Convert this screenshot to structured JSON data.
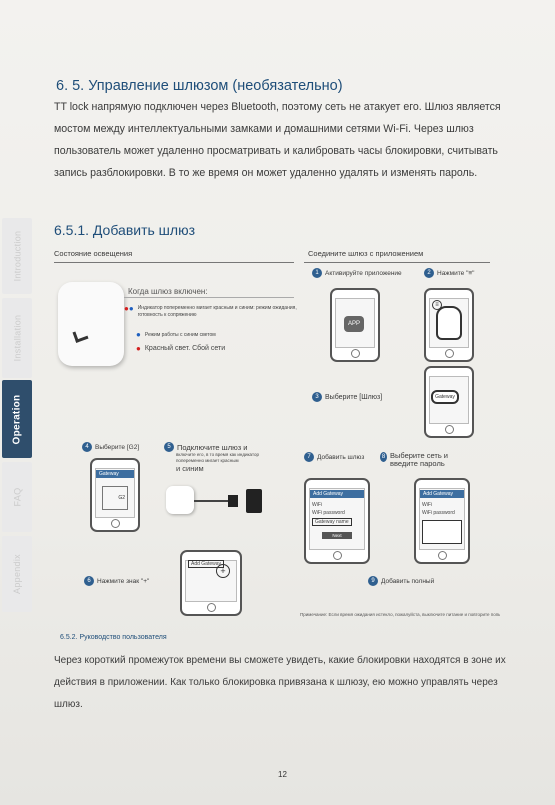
{
  "side_tabs": [
    "Introduction",
    "Installation",
    "Operation",
    "FAQ",
    "Appendix"
  ],
  "section_title": "6. 5. Управление шлюзом (необязательно)",
  "intro_paragraph": "TT lock напрямую подключен через Bluetooth, поэтому сеть не атакует его. Шлюз является мостом между интеллектуальными замками и домашними сетями Wi-Fi. Через шлюз пользователь может удаленно просматривать и калибровать часы блокировки, считывать запись разблокировки. В то же время он может удаленно удалять и изменять пароль.",
  "subsection_title": "6.5.1. Добавить шлюз",
  "light_status": {
    "heading": "Состояние освещения",
    "when_on": "Когда шлюз включен:",
    "items": [
      "Индикатор попеременно мигает красным и синим: режим ожидания, готовность к сопряжению",
      "Режим работы с синим светом",
      "Красный свет. Сбой сети"
    ]
  },
  "connect_heading": "Соедините шлюз с приложением",
  "steps": {
    "s1": "Активируйте приложение",
    "s2": "Нажмите \"≡\"",
    "s3": "Выберите [Шлюз]",
    "s4": "Выберите [G2]",
    "s5_title": "Подключите шлюз и",
    "s5_detail": "включите его, в то время как индикатор попеременно мигает красным",
    "s5_tail": "и синим",
    "s6": "Нажмите знак \"+\"",
    "s7": "Добавить шлюз",
    "s8": "Выберите сеть и введите пароль",
    "s9": "Добавить полный"
  },
  "app_label": "APP",
  "gateway_label": "Gateway",
  "g2_label": "G2",
  "add_gateway": "Add Gateway",
  "wifi_label": "WiFi",
  "wifi_password": "WiFi password",
  "gateway_name": "Gateway name",
  "next_label": "Next",
  "note": "Примечание: Если время ожидания истекло, пожалуйста, выключите питание и повторите попытку",
  "user_guide_heading": "6.5.2. Руководство пользователя",
  "user_guide_paragraph": "Через короткий промежуток времени вы сможете увидеть, какие блокировки находятся в зоне их действия в приложении. Как только блокировка привязана к шлюзу, ею можно управлять через шлюз.",
  "page_number": "12",
  "colors": {
    "heading": "#1f4e79",
    "badge": "#2f5f8f",
    "active_tab": "#2f4e6c",
    "red": "#d42020",
    "blue": "#1f5fbf"
  }
}
